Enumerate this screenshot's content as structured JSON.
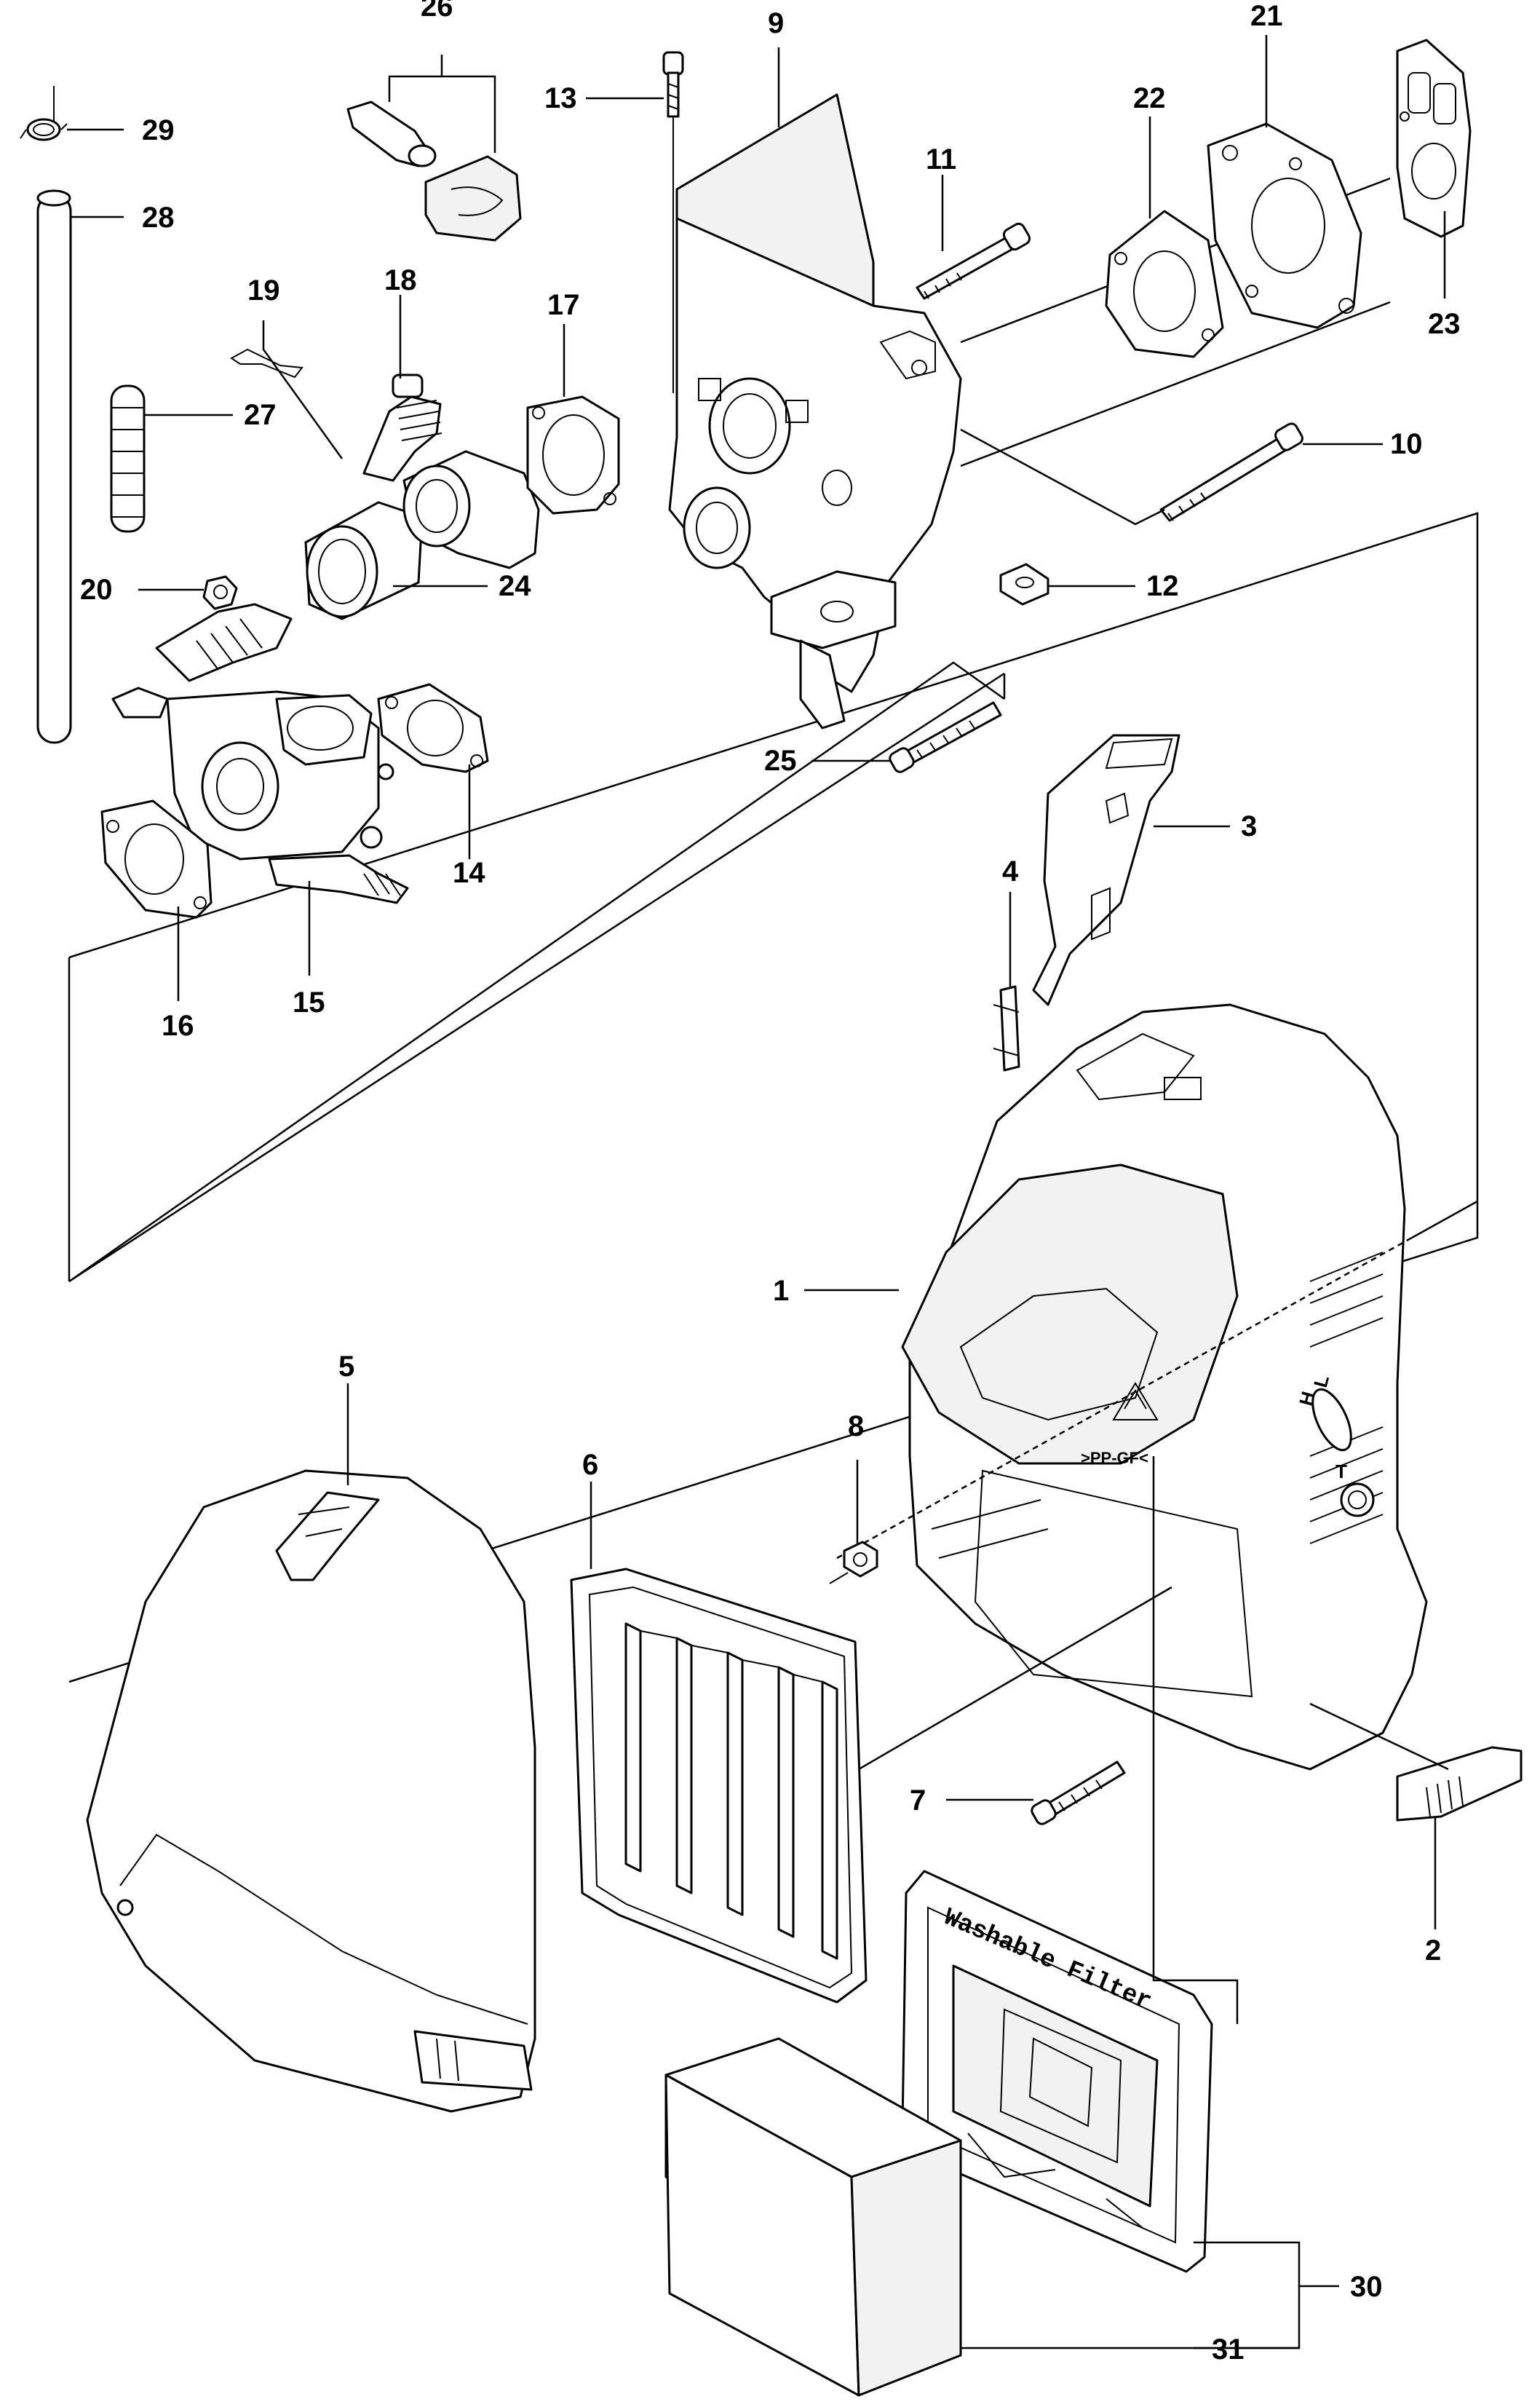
{
  "diagram": {
    "callouts": {
      "c1": "1",
      "c2": "2",
      "c3": "3",
      "c4": "4",
      "c5": "5",
      "c6": "6",
      "c7": "7",
      "c8": "8",
      "c9": "9",
      "c10": "10",
      "c11": "11",
      "c12": "12",
      "c13": "13",
      "c14": "14",
      "c15": "15",
      "c16": "16",
      "c17": "17",
      "c18": "18",
      "c19": "19",
      "c20": "20",
      "c21": "21",
      "c22": "22",
      "c23": "23",
      "c24": "24",
      "c25": "25",
      "c26": "26",
      "c27": "27",
      "c28": "28",
      "c29": "29",
      "c30": "30",
      "c31": "31"
    },
    "markings": {
      "filter_text": "Washable Filter",
      "material": ">PP-GF<",
      "adjust_h": "H",
      "adjust_l": "L",
      "adjust_t": "T"
    }
  }
}
